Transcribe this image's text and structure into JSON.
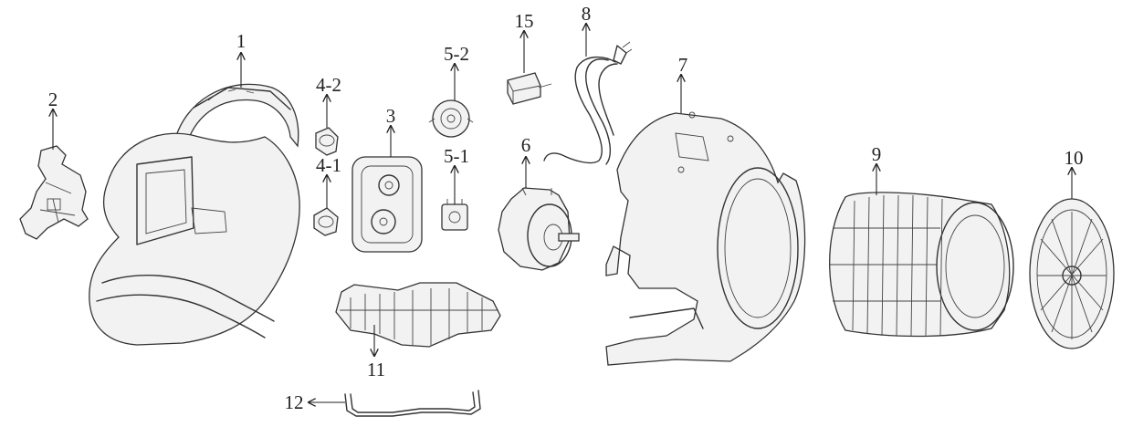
{
  "labels": {
    "p1": "1",
    "p2": "2",
    "p3": "3",
    "p4_1": "4-1",
    "p4_2": "4-2",
    "p5_1": "5-1",
    "p5_2": "5-2",
    "p6": "6",
    "p7": "7",
    "p8": "8",
    "p9": "9",
    "p10": "10",
    "p11": "11",
    "p12": "12",
    "p15": "15"
  }
}
